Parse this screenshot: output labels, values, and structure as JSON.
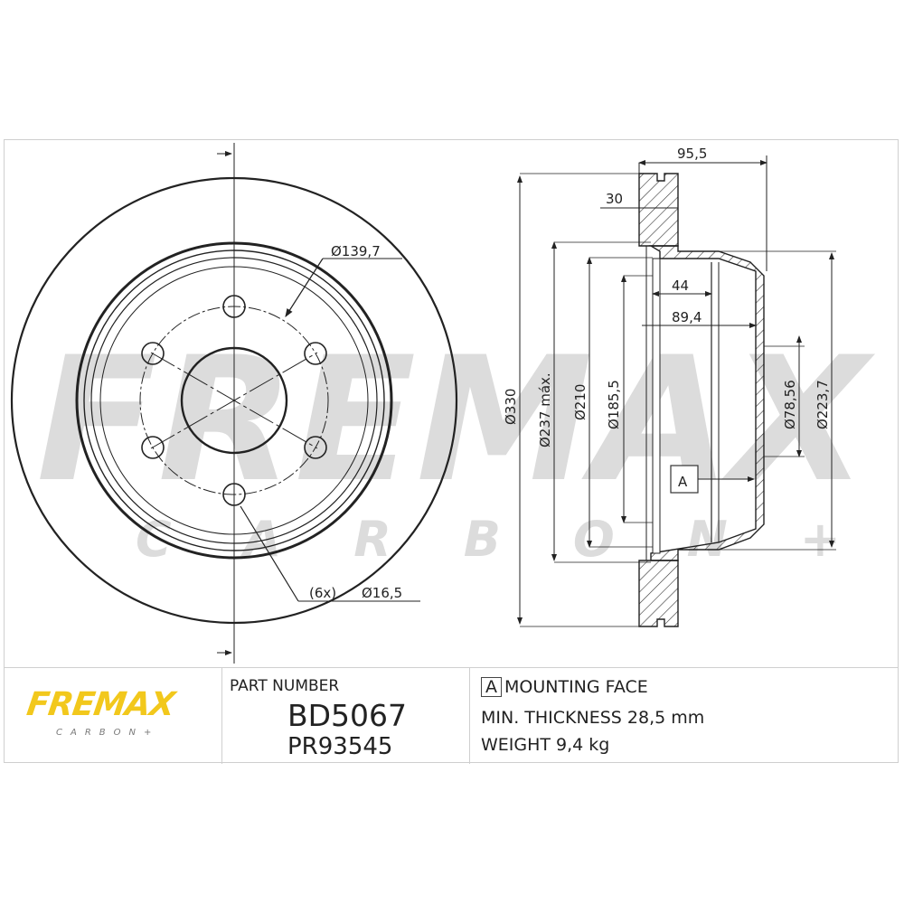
{
  "drawing": {
    "front_view": {
      "dimensions": {
        "bolt_circle": "Ø139,7",
        "bolt_hole_count": "(6x)",
        "bolt_hole_diameter": "Ø16,5"
      }
    },
    "section_view": {
      "dimensions": {
        "overall_height": "95,5",
        "disc_thickness": "30",
        "hat_depth": "44",
        "hat_inner": "89,4",
        "outer_diameter": "Ø330",
        "max_friction_diameter": "Ø237 máx.",
        "diameter_210": "Ø210",
        "diameter_185": "Ø185,5",
        "center_bore": "Ø78,56",
        "hat_diameter": "Ø223,7",
        "datum": "A"
      }
    },
    "watermark": {
      "brand": "FREMAX",
      "sub": "C A R B O N +"
    }
  },
  "title_block": {
    "logo": {
      "brand": "FREMAX",
      "sub": "CARBON+",
      "brand_color": "#f2c81c"
    },
    "part": {
      "label": "PART NUMBER",
      "number": "BD5067",
      "alt_number": "PR93545"
    },
    "info": {
      "datum_letter": "A",
      "mounting_face": "MOUNTING FACE",
      "min_thickness": "MIN. THICKNESS 28,5 mm",
      "weight": "WEIGHT 9,4 kg"
    }
  }
}
